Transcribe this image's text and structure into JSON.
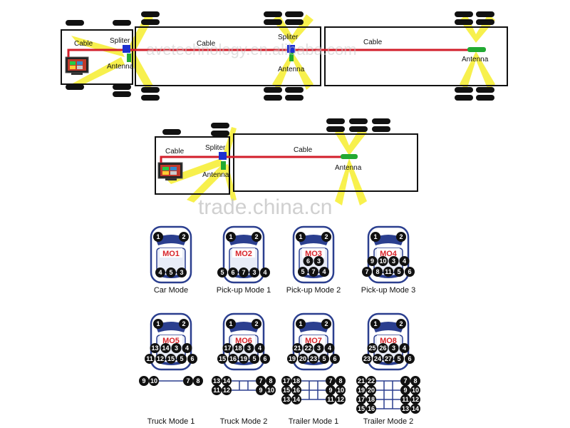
{
  "labels": {
    "cable": "Cable",
    "spliter": "Spliter",
    "antenna": "Antenna"
  },
  "watermarks": {
    "top": "avetechnology.en.alibaba.com",
    "bottom": "trade.china.cn"
  },
  "modes": [
    {
      "badge": "MO1",
      "caption": "Car Mode",
      "top": [
        "1",
        "2"
      ],
      "rows": [
        [
          "4",
          "5",
          "3"
        ]
      ],
      "axles": []
    },
    {
      "badge": "MO2",
      "caption": "Pick-up Mode 1",
      "top": [
        "1",
        "2"
      ],
      "rows": [
        [
          "5",
          "6",
          "7",
          "3",
          "4"
        ]
      ],
      "axles": []
    },
    {
      "badge": "MO3",
      "caption": "Pick-up Mode 2",
      "top": [
        "1",
        "2"
      ],
      "rows": [
        [
          "6",
          "3"
        ],
        [
          "5",
          "7",
          "4"
        ]
      ],
      "axles": []
    },
    {
      "badge": "MO4",
      "caption": "Pick-up Mode 3",
      "top": [
        "1",
        "2"
      ],
      "rows": [
        [
          "9",
          "10",
          "3",
          "4"
        ],
        [
          "7",
          "8",
          "11",
          "5",
          "6"
        ]
      ],
      "axles": []
    },
    {
      "badge": "MO5",
      "caption": "Truck Mode 1",
      "top": [
        "1",
        "2"
      ],
      "rows": [
        [
          "13",
          "14",
          "3",
          "4"
        ],
        [
          "11",
          "12",
          "15",
          "5",
          "6"
        ]
      ],
      "axles": [
        [
          "9",
          "10",
          "7",
          "8"
        ]
      ]
    },
    {
      "badge": "MO6",
      "caption": "Truck Mode 2",
      "top": [
        "1",
        "2"
      ],
      "rows": [
        [
          "17",
          "18",
          "3",
          "4"
        ],
        [
          "15",
          "16",
          "19",
          "5",
          "6"
        ]
      ],
      "axles": [
        [
          "13",
          "14",
          "7",
          "8"
        ],
        [
          "11",
          "12",
          "9",
          "10"
        ]
      ]
    },
    {
      "badge": "MO7",
      "caption": "Trailer Mode 1",
      "top": [
        "1",
        "2"
      ],
      "rows": [
        [
          "21",
          "22",
          "3",
          "4"
        ],
        [
          "19",
          "20",
          "23",
          "5",
          "6"
        ]
      ],
      "axles": [
        [
          "17",
          "18",
          "7",
          "8"
        ],
        [
          "15",
          "16",
          "9",
          "10"
        ],
        [
          "13",
          "14",
          "11",
          "12"
        ]
      ]
    },
    {
      "badge": "MO8",
      "caption": "Trailer Mode 2",
      "top": [
        "1",
        "2"
      ],
      "rows": [
        [
          "25",
          "26",
          "3",
          "4"
        ],
        [
          "23",
          "24",
          "27",
          "5",
          "6"
        ]
      ],
      "axles": [
        [
          "21",
          "22",
          "7",
          "8"
        ],
        [
          "19",
          "20",
          "9",
          "10"
        ],
        [
          "17",
          "18",
          "11",
          "12"
        ],
        [
          "15",
          "16",
          "13",
          "14"
        ]
      ]
    }
  ],
  "colors": {
    "cable": "#d21e2a",
    "spliter": "#1d2fd0",
    "antenna": "#22aa33",
    "coverage": "#f7ef3a",
    "car_blue": "#2b3f8f",
    "badge_red": "#d8242a"
  }
}
